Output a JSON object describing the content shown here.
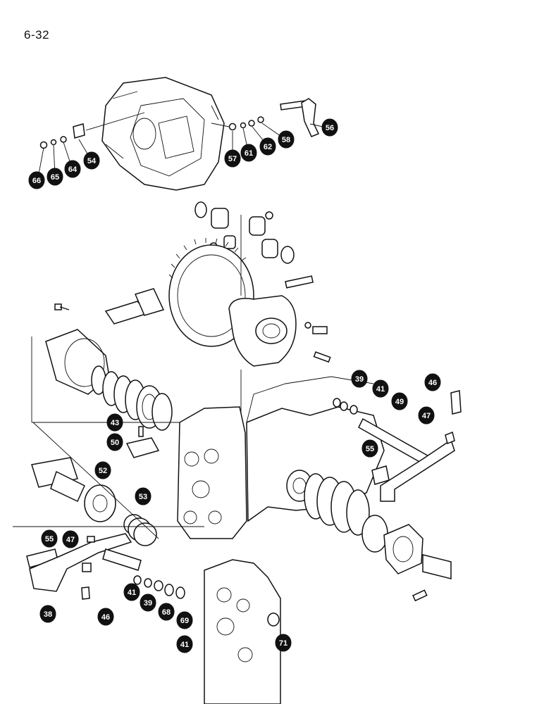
{
  "page": {
    "number": "6-32"
  },
  "callouts": [
    {
      "label": "56"
    },
    {
      "label": "58"
    },
    {
      "label": "62"
    },
    {
      "label": "61"
    },
    {
      "label": "57"
    },
    {
      "label": "54"
    },
    {
      "label": "64"
    },
    {
      "label": "65"
    },
    {
      "label": "66"
    },
    {
      "label": "39"
    },
    {
      "label": "41"
    },
    {
      "label": "46"
    },
    {
      "label": "49"
    },
    {
      "label": "47"
    },
    {
      "label": "55"
    },
    {
      "label": "43"
    },
    {
      "label": "50"
    },
    {
      "label": "52"
    },
    {
      "label": "53"
    },
    {
      "label": "55"
    },
    {
      "label": "47"
    },
    {
      "label": "38"
    },
    {
      "label": "46"
    },
    {
      "label": "41"
    },
    {
      "label": "39"
    },
    {
      "label": "68"
    },
    {
      "label": "69"
    },
    {
      "label": "41"
    },
    {
      "label": "71"
    }
  ]
}
